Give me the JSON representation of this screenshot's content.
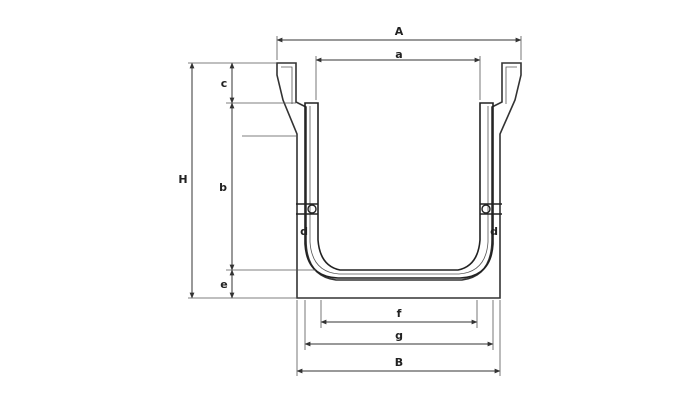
{
  "labels": {
    "A": "A",
    "a": "a",
    "c": "c",
    "H": "H",
    "b": "b",
    "e": "e",
    "d_left": "d",
    "d_right": "d",
    "f": "f",
    "g": "g",
    "B": "B"
  }
}
